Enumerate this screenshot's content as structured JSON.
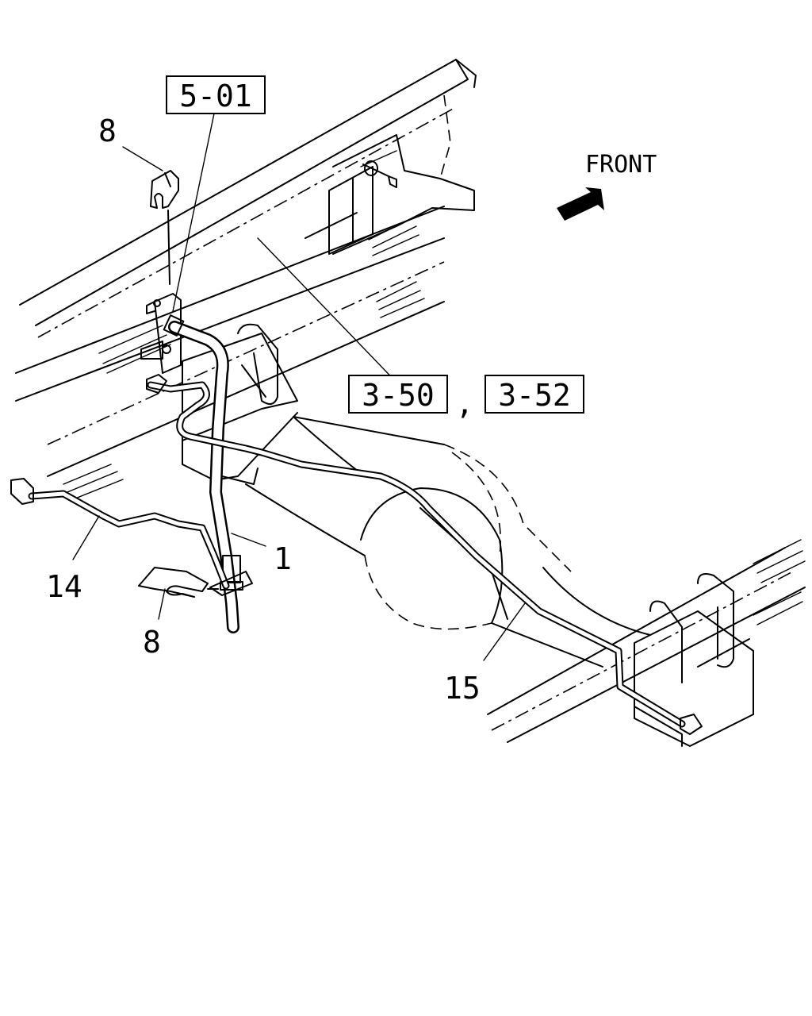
{
  "diagram": {
    "references": {
      "upper": "5-01",
      "middle_left": "3-50",
      "separator": ",",
      "middle_right": "3-52"
    },
    "direction_label": "FRONT",
    "part_callouts": {
      "clip_upper": "8",
      "clip_lower": "8",
      "hose": "1",
      "brake_pipe_left": "14",
      "brake_pipe_right": "15"
    }
  }
}
